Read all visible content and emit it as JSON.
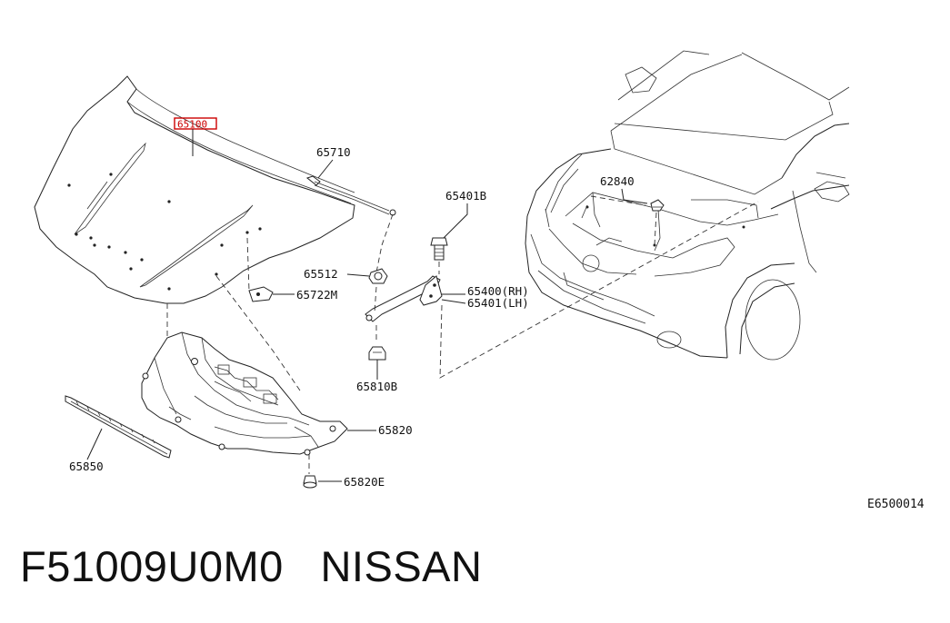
{
  "callouts": {
    "hood": "65100",
    "hood_stay": "65710",
    "bolt": "65401B",
    "stopper_rubber": "65512",
    "clip": "65722M",
    "hinge_rh": "65400(RH)",
    "hinge_lh": "65401(LH)",
    "nut": "65810B",
    "insulator": "65820",
    "insulator_clip": "65820E",
    "seal_strip": "65850",
    "lock_bumper": "62840"
  },
  "diagram_code": "E6500014",
  "footer": {
    "part_number": "F51009U0M0",
    "brand": "NISSAN"
  }
}
